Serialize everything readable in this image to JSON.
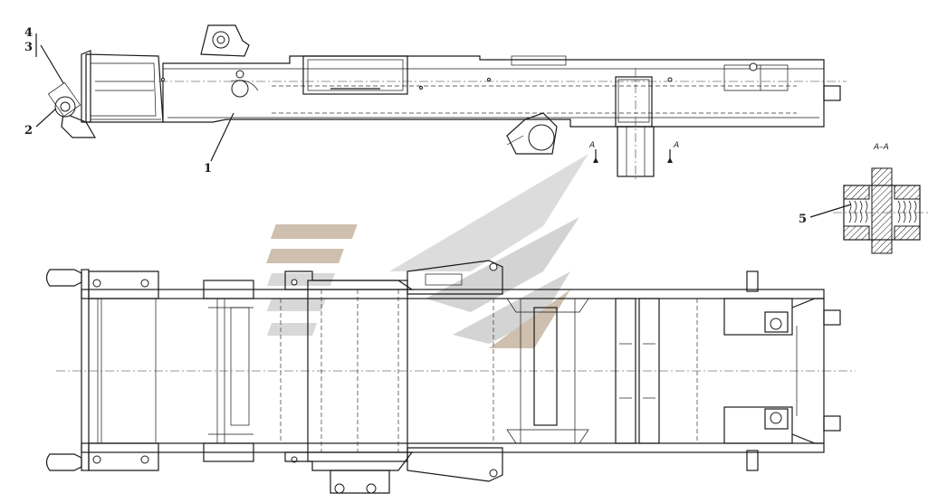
{
  "callouts": {
    "c1": "1",
    "c2": "2",
    "c3": "3",
    "c4": "4",
    "c5": "5"
  },
  "section": {
    "mark_left": "A",
    "mark_right": "A",
    "title": "A–A"
  },
  "watermark": {
    "colors": {
      "light": "#d9d9d9",
      "mid": "#c8c8c8",
      "tan": "#c9b9a6"
    }
  }
}
